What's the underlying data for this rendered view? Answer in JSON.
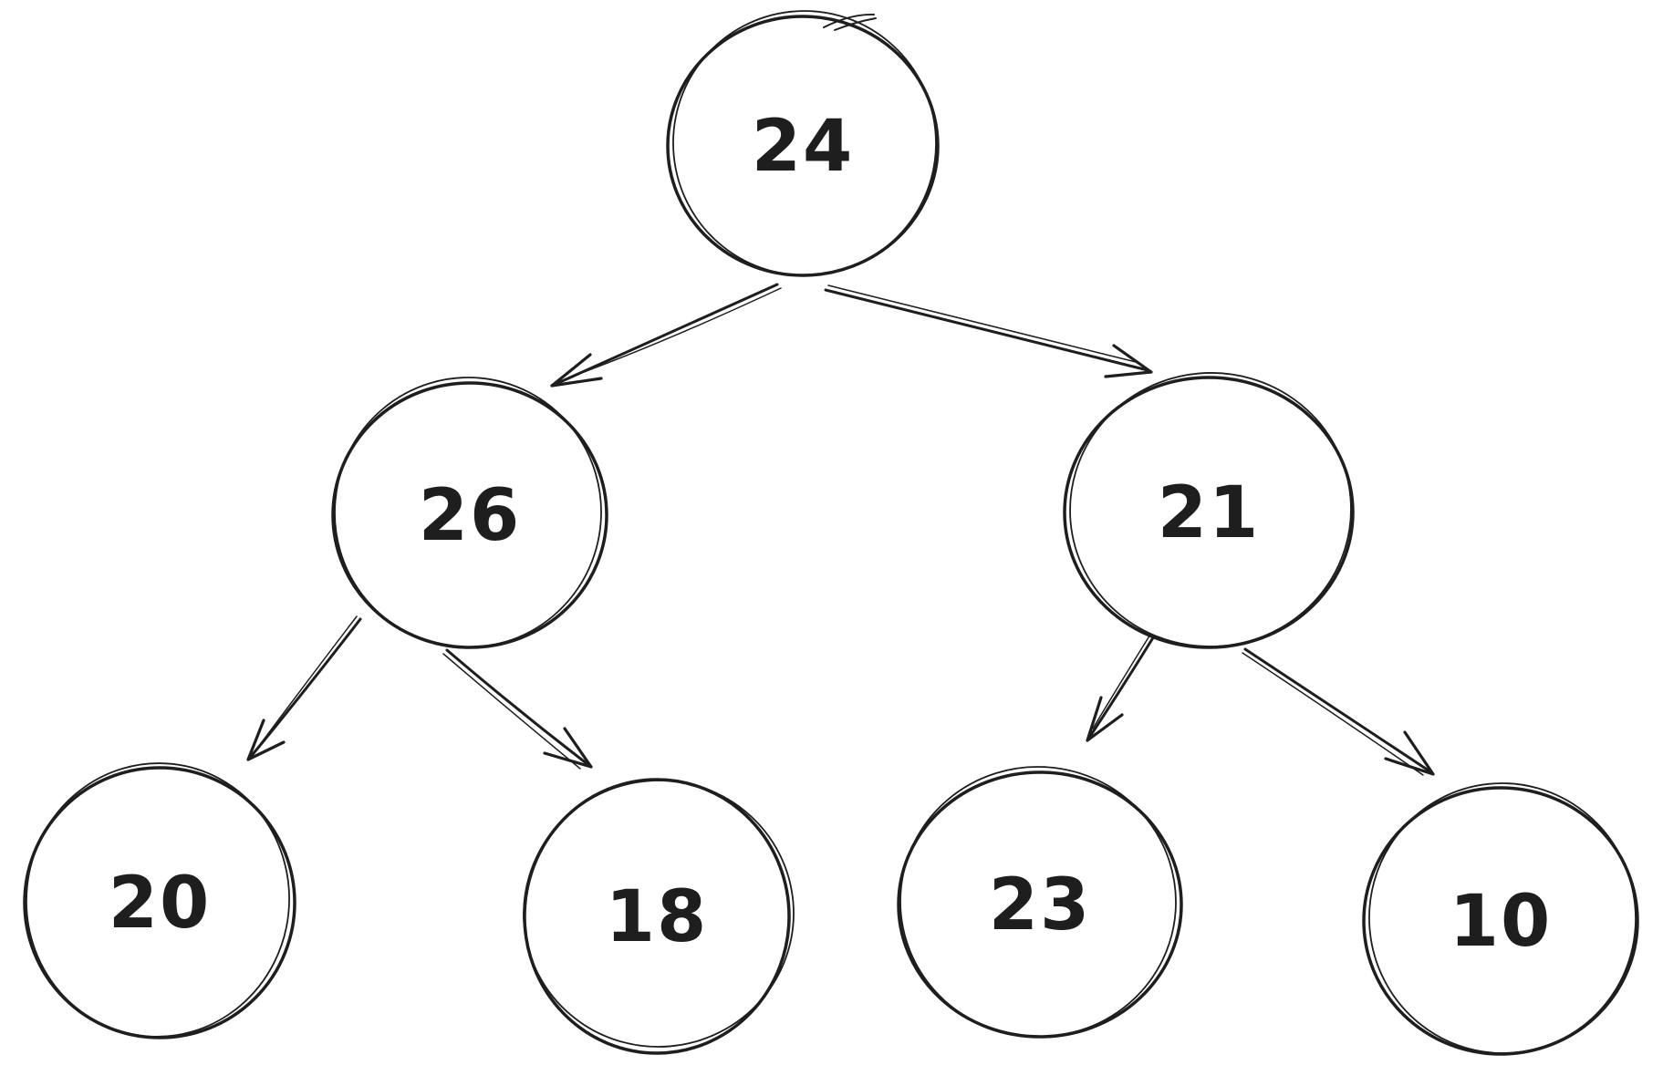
{
  "diagram": {
    "kind": "binary-tree-sketch",
    "background_color": "#ffffff",
    "stroke_color": "#1e1e1e",
    "tree": {
      "root": "24",
      "nodes": [
        {
          "label": "24"
        },
        {
          "label": "26"
        },
        {
          "label": "21"
        },
        {
          "label": "20"
        },
        {
          "label": "18"
        },
        {
          "label": "23"
        },
        {
          "label": "10"
        }
      ],
      "edges": [
        {
          "from": "24",
          "to": "26",
          "direction": "left"
        },
        {
          "from": "24",
          "to": "21",
          "direction": "right"
        },
        {
          "from": "26",
          "to": "20",
          "direction": "left"
        },
        {
          "from": "26",
          "to": "18",
          "direction": "right"
        },
        {
          "from": "21",
          "to": "23",
          "direction": "left"
        },
        {
          "from": "21",
          "to": "10",
          "direction": "right"
        }
      ]
    }
  }
}
